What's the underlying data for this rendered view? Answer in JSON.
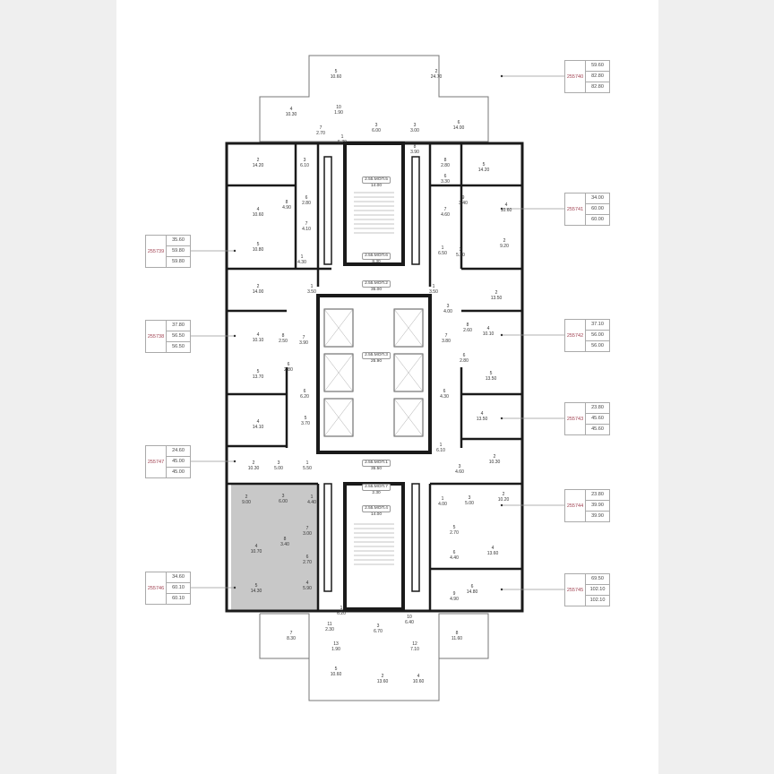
{
  "plan": {
    "highlight_color": "#c8c8c8",
    "wall_color": "#1a1a1a",
    "code_color": "#a04050",
    "apartments": [
      {
        "code": "255739",
        "values": [
          "35.60",
          "59.80",
          "59.80"
        ],
        "side": "left"
      },
      {
        "code": "255738",
        "values": [
          "37.80",
          "56.50",
          "56.50"
        ],
        "side": "left"
      },
      {
        "code": "255747",
        "values": [
          "24.60",
          "45.00",
          "45.00"
        ],
        "side": "left"
      },
      {
        "code": "255746",
        "values": [
          "34.60",
          "60.10",
          "60.10"
        ],
        "side": "left",
        "highlighted": true
      },
      {
        "code": "255740",
        "values": [
          "59.60",
          "82.80",
          "82.80"
        ],
        "side": "right"
      },
      {
        "code": "255741",
        "values": [
          "34.00",
          "60.00",
          "60.00"
        ],
        "side": "right"
      },
      {
        "code": "255742",
        "values": [
          "37.10",
          "56.00",
          "56.00"
        ],
        "side": "right"
      },
      {
        "code": "255743",
        "values": [
          "23.80",
          "45.60",
          "45.60"
        ],
        "side": "right"
      },
      {
        "code": "255744",
        "values": [
          "23.80",
          "39.90",
          "39.90"
        ],
        "side": "right"
      },
      {
        "code": "255745",
        "values": [
          "69.50",
          "102.10",
          "102.10"
        ],
        "side": "right"
      }
    ],
    "common_areas": [
      {
        "name": "2.55.МОП.5",
        "area": "14.00"
      },
      {
        "name": "2.55.МОП.6",
        "area": "8.30"
      },
      {
        "name": "2.55.МОП.2",
        "area": "35.00"
      },
      {
        "name": "2.55.МОП.3",
        "area": "25.90"
      },
      {
        "name": "2.55.МОП.1",
        "area": "35.50"
      },
      {
        "name": "2.55.МОП.7",
        "area": "2.30"
      },
      {
        "name": "2.55.МОП.4",
        "area": "14.00"
      }
    ],
    "rooms": [
      {
        "n": "5",
        "a": "10.60"
      },
      {
        "n": "2",
        "a": "24.70"
      },
      {
        "n": "4",
        "a": "10.30"
      },
      {
        "n": "10",
        "a": "1.90"
      },
      {
        "n": "3",
        "a": "6.00"
      },
      {
        "n": "3",
        "a": "3.00"
      },
      {
        "n": "6",
        "a": "14.00"
      },
      {
        "n": "7",
        "a": "2.70"
      },
      {
        "n": "1",
        "a": "5.70"
      },
      {
        "n": "8",
        "a": "3.90"
      },
      {
        "n": "2",
        "a": "14.20"
      },
      {
        "n": "3",
        "a": "6.10"
      },
      {
        "n": "4",
        "a": "10.60"
      },
      {
        "n": "8",
        "a": "4.90"
      },
      {
        "n": "6",
        "a": "2.80"
      },
      {
        "n": "7",
        "a": "4.10"
      },
      {
        "n": "5",
        "a": "10.80"
      },
      {
        "n": "1",
        "a": "4.30"
      },
      {
        "n": "5",
        "a": "14.20"
      },
      {
        "n": "8",
        "a": "2.80"
      },
      {
        "n": "6",
        "a": "3.30"
      },
      {
        "n": "9",
        "a": "3.40"
      },
      {
        "n": "7",
        "a": "4.60"
      },
      {
        "n": "4",
        "a": "10.60"
      },
      {
        "n": "2",
        "a": "9.20"
      },
      {
        "n": "3",
        "a": "5.30"
      },
      {
        "n": "1",
        "a": "6.50"
      },
      {
        "n": "1",
        "a": "3.50"
      },
      {
        "n": "1",
        "a": "3.50"
      },
      {
        "n": "2",
        "a": "14.00"
      },
      {
        "n": "4",
        "a": "10.10"
      },
      {
        "n": "8",
        "a": "2.50"
      },
      {
        "n": "7",
        "a": "3.90"
      },
      {
        "n": "6",
        "a": "2.80"
      },
      {
        "n": "5",
        "a": "13.70"
      },
      {
        "n": "6",
        "a": "6.20"
      },
      {
        "n": "4",
        "a": "14.10"
      },
      {
        "n": "5",
        "a": "3.70"
      },
      {
        "n": "1",
        "a": "5.50"
      },
      {
        "n": "2",
        "a": "10.30"
      },
      {
        "n": "3",
        "a": "5.00"
      },
      {
        "n": "2",
        "a": "13.50"
      },
      {
        "n": "3",
        "a": "4.00"
      },
      {
        "n": "8",
        "a": "2.60"
      },
      {
        "n": "4",
        "a": "10.10"
      },
      {
        "n": "7",
        "a": "3.80"
      },
      {
        "n": "6",
        "a": "2.80"
      },
      {
        "n": "5",
        "a": "13.50"
      },
      {
        "n": "6",
        "a": "4.30"
      },
      {
        "n": "4",
        "a": "13.50"
      },
      {
        "n": "1",
        "a": "6.10"
      },
      {
        "n": "2",
        "a": "10.30"
      },
      {
        "n": "3",
        "a": "4.60"
      },
      {
        "n": "2",
        "a": "9.00"
      },
      {
        "n": "3",
        "a": "6.00"
      },
      {
        "n": "1",
        "a": "4.40"
      },
      {
        "n": "4",
        "a": "10.70"
      },
      {
        "n": "8",
        "a": "3.40"
      },
      {
        "n": "7",
        "a": "3.00"
      },
      {
        "n": "6",
        "a": "2.70"
      },
      {
        "n": "5",
        "a": "14.30"
      },
      {
        "n": "4",
        "a": "5.90"
      },
      {
        "n": "1",
        "a": "4.00"
      },
      {
        "n": "3",
        "a": "5.00"
      },
      {
        "n": "2",
        "a": "10.20"
      },
      {
        "n": "5",
        "a": "2.70"
      },
      {
        "n": "6",
        "a": "4.40"
      },
      {
        "n": "4",
        "a": "13.60"
      },
      {
        "n": "9",
        "a": "4.90"
      },
      {
        "n": "6",
        "a": "14.80"
      },
      {
        "n": "1",
        "a": "6.20"
      },
      {
        "n": "10",
        "a": "6.40"
      },
      {
        "n": "7",
        "a": "8.30"
      },
      {
        "n": "11",
        "a": "2.30"
      },
      {
        "n": "3",
        "a": "6.70"
      },
      {
        "n": "12",
        "a": "7.10"
      },
      {
        "n": "8",
        "a": "11.60"
      },
      {
        "n": "13",
        "a": "1.90"
      },
      {
        "n": "5",
        "a": "10.60"
      },
      {
        "n": "2",
        "a": "13.60"
      },
      {
        "n": "4",
        "a": "10.60"
      }
    ]
  }
}
